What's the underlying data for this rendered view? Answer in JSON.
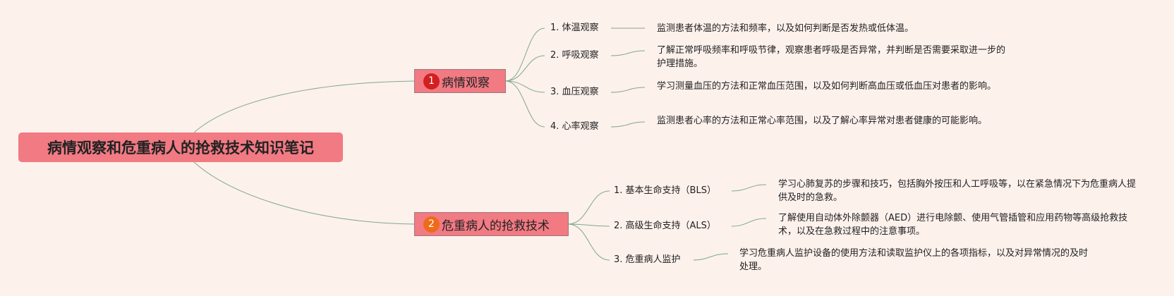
{
  "root": {
    "title": "病情观察和危重病人的抢救技术知识笔记"
  },
  "branches": [
    {
      "number": "1",
      "label": "病情观察",
      "badge_color": "#d31f1f",
      "children": [
        {
          "label": "1. 体温观察",
          "detail": "监测患者体温的方法和频率，以及如何判断是否发热或低体温。"
        },
        {
          "label": "2. 呼吸观察",
          "detail": "了解正常呼吸频率和呼吸节律，观察患者呼吸是否异常，并判断是否需要采取进一步的护理措施。"
        },
        {
          "label": "3. 血压观察",
          "detail": "学习测量血压的方法和正常血压范围，以及如何判断高血压或低血压对患者的影响。"
        },
        {
          "label": "4. 心率观察",
          "detail": "监测患者心率的方法和正常心率范围，以及了解心率异常对患者健康的可能影响。"
        }
      ]
    },
    {
      "number": "2",
      "label": "危重病人的抢救技术",
      "badge_color": "#ee6b1a",
      "children": [
        {
          "label": "1. 基本生命支持（BLS）",
          "detail": "学习心肺复苏的步骤和技巧，包括胸外按压和人工呼吸等，以在紧急情况下为危重病人提供及时的急救。"
        },
        {
          "label": "2. 高级生命支持（ALS）",
          "detail": "了解使用自动体外除颤器（AED）进行电除颤、使用气管插管和应用药物等高级抢救技术，以及在急救过程中的注意事项。"
        },
        {
          "label": "3. 危重病人监护",
          "detail": "学习危重病人监护设备的使用方法和读取监护仪上的各项指标，以及对异常情况的及时处理。"
        }
      ]
    }
  ]
}
